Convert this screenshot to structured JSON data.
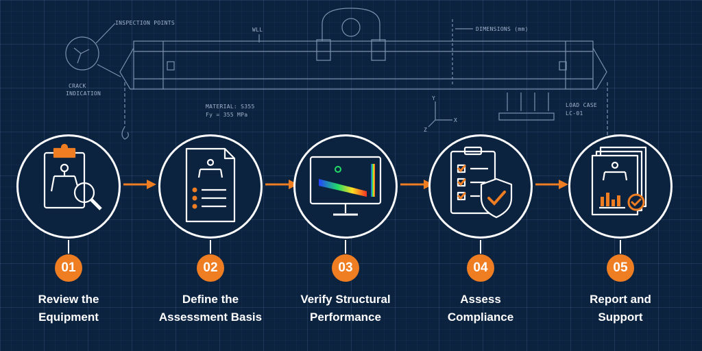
{
  "blueprint": {
    "inspection_points": "INSPECTION POINTS",
    "wll": "WLL",
    "dimensions": "DIMENSIONS (mm)",
    "crack_line1": "CRACK",
    "crack_line2": "INDICATION",
    "material_line1": "MATERIAL: S355",
    "material_line2": "Fy = 355 MPa",
    "axis_y": "Y",
    "axis_x": "X",
    "axis_z": "Z",
    "load_case_line1": "LOAD CASE",
    "load_case_line2": "LC-01"
  },
  "colors": {
    "accent": "#ef7d22",
    "background": "#0c2340",
    "line": "#ffffff"
  },
  "steps": [
    {
      "number": "01",
      "line1": "Review the",
      "line2": "Equipment",
      "icon": "clipboard-magnifier-icon"
    },
    {
      "number": "02",
      "line1": "Define the",
      "line2": "Assessment Basis",
      "icon": "document-list-icon"
    },
    {
      "number": "03",
      "line1": "Verify Structural",
      "line2": "Performance",
      "icon": "fea-monitor-icon"
    },
    {
      "number": "04",
      "line1": "Assess",
      "line2": "Compliance",
      "icon": "checklist-shield-icon"
    },
    {
      "number": "05",
      "line1": "Report and",
      "line2": "Support",
      "icon": "report-chart-icon"
    }
  ]
}
